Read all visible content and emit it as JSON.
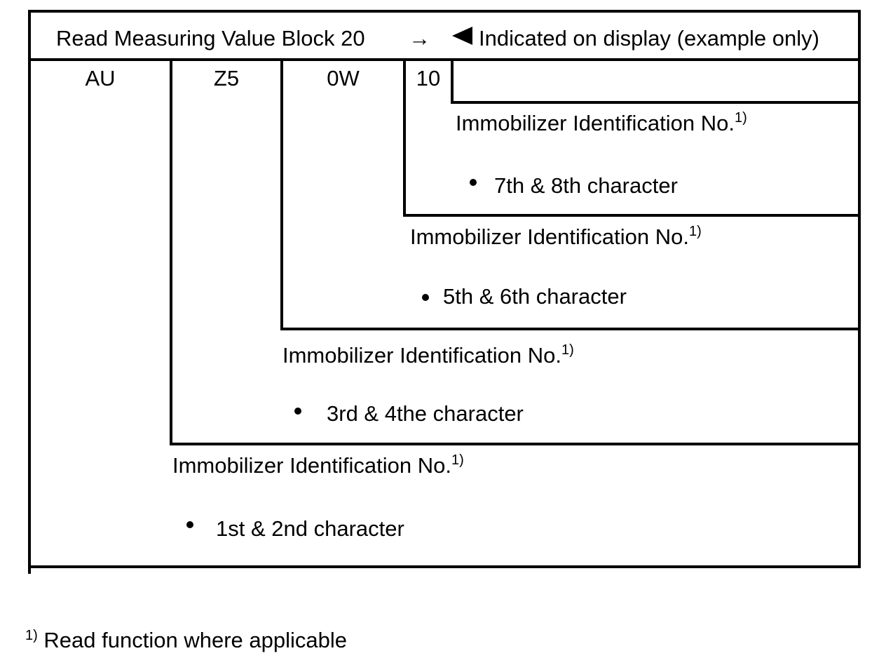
{
  "colors": {
    "ink": "#000000",
    "paper": "#ffffff"
  },
  "header": {
    "title": "Read Measuring Value Block 20",
    "icons": {
      "arrow": "→",
      "pointer": "left-triangle-filled"
    },
    "note": "Indicated on display (example only)"
  },
  "display_fields": [
    {
      "code": "AU"
    },
    {
      "code": "Z5"
    },
    {
      "code": "0W"
    },
    {
      "code": "10"
    }
  ],
  "descriptions": [
    {
      "for_code": "10",
      "label": "Immobilizer Identification No.",
      "footnote_ref": "1)",
      "detail": "7th & 8th character"
    },
    {
      "for_code": "0W",
      "label": "Immobilizer Identification No.",
      "footnote_ref": "1)",
      "detail": "5th & 6th character"
    },
    {
      "for_code": "Z5",
      "label": "Immobilizer Identification No.",
      "footnote_ref": "1)",
      "detail": "3rd & 4the character"
    },
    {
      "for_code": "AU",
      "label": "Immobilizer Identification No.",
      "footnote_ref": "1)",
      "detail": "1st & 2nd character"
    }
  ],
  "footnote": {
    "ref": "1)",
    "text": "Read function where applicable"
  }
}
